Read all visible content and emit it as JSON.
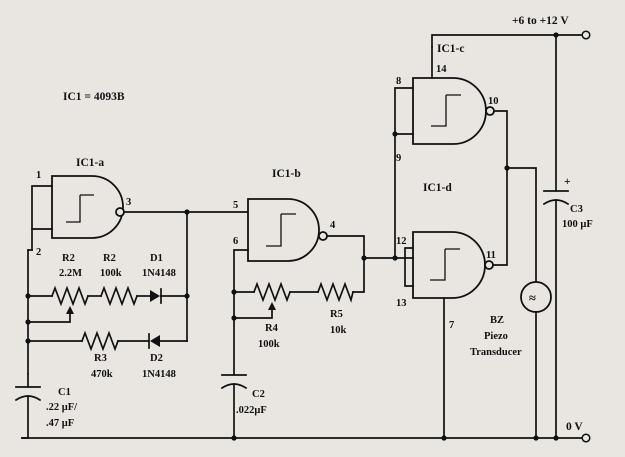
{
  "ic_note": "IC1 = 4093B",
  "supply": {
    "positive": "+6 to +12 V",
    "ground": "0 V"
  },
  "gates": {
    "a": {
      "name": "IC1-a",
      "pins": [
        "1",
        "2",
        "3"
      ]
    },
    "b": {
      "name": "IC1-b",
      "pins": [
        "5",
        "6",
        "4"
      ]
    },
    "c": {
      "name": "IC1-c",
      "pins": [
        "8",
        "9",
        "10",
        "14"
      ]
    },
    "d": {
      "name": "IC1-d",
      "pins": [
        "12",
        "13",
        "11",
        "7"
      ]
    }
  },
  "components": {
    "R2_label": "R2",
    "R2_value": "2.2M",
    "R2b_label": "R2",
    "R2b_value": "100k",
    "D1_label": "D1",
    "D1_value": "1N4148",
    "R3_label": "R3",
    "R3_value": "470k",
    "D2_label": "D2",
    "D2_value": "1N4148",
    "C1_label": "C1",
    "C1_value1": ".22 μF/",
    "C1_value2": ".47 μF",
    "R4_label": "R4",
    "R4_value": "100k",
    "R5_label": "R5",
    "R5_value": "10k",
    "C2_label": "C2",
    "C2_value": ".022μF",
    "C3_label": "C3",
    "C3_value": "100 μF",
    "C3_polarity": "+",
    "BZ_label": "BZ",
    "BZ_name1": "Piezo",
    "BZ_name2": "Transducer",
    "BZ_symbol": "≈"
  }
}
